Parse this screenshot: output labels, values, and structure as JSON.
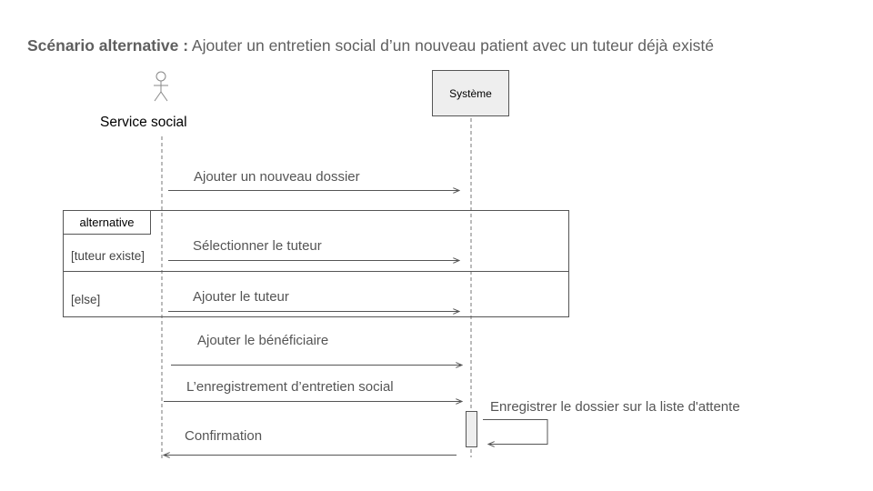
{
  "title": {
    "bold": "Scénario alternative :",
    "rest": " Ajouter un entretien social d’un nouveau patient avec un tuteur déjà existé"
  },
  "actor": {
    "name": "Service social",
    "icon": "stick-figure-icon"
  },
  "system": {
    "name": "Système"
  },
  "fragment": {
    "operator": "alternative",
    "guards": [
      "[tuteur existe]",
      "[else]"
    ]
  },
  "messages": [
    {
      "label": "Ajouter un nouveau dossier",
      "direction": "to-system"
    },
    {
      "label": "Sélectionner le tuteur",
      "direction": "to-system"
    },
    {
      "label": "Ajouter le tuteur",
      "direction": "to-system"
    },
    {
      "label": "Ajouter le bénéficiaire",
      "direction": "to-system"
    },
    {
      "label": "L’enregistrement d’entretien social",
      "direction": "to-system"
    },
    {
      "label": "Enregistrer le dossier sur la liste d'attente",
      "direction": "self"
    },
    {
      "label": "Confirmation",
      "direction": "to-actor"
    }
  ],
  "colors": {
    "line": "#555555",
    "lifeline": "#777777",
    "box_fill": "#eeeeee"
  }
}
